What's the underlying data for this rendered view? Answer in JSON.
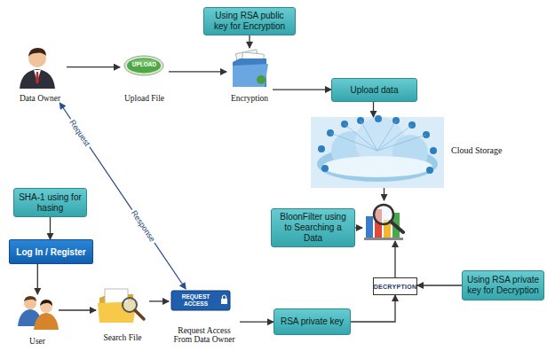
{
  "diagram": {
    "nodes": [
      {
        "text": [
          "Data Owner"
        ]
      },
      {
        "text": [
          "UPLOAD",
          "Upload File"
        ]
      },
      {
        "text": [
          "Using RSA public key for Encryption"
        ]
      },
      {
        "text": [
          "Encryption"
        ]
      },
      {
        "text": [
          "Upload data"
        ]
      },
      {
        "text": [
          "Cloud Storage"
        ]
      },
      {
        "text": [
          "SHA-1 using for hasing"
        ]
      },
      {
        "text": [
          "BloonFilter using to Searching a Data"
        ]
      },
      {
        "text": []
      },
      {
        "text": [
          "Log In / Register"
        ]
      },
      {
        "text": [
          "DECRYPTION"
        ]
      },
      {
        "text": [
          "Using RSA private key for Decryption"
        ]
      },
      {
        "text": [
          "User"
        ]
      },
      {
        "text": [
          "Search File"
        ]
      },
      {
        "text": [
          "REQUEST ACCESS",
          "Request Access From Data Owner"
        ]
      },
      {
        "text": [
          "RSA private key"
        ]
      }
    ],
    "edges": [
      {
        "from": 0,
        "to": 1,
        "arrow": "to"
      },
      {
        "from": 1,
        "to": 3,
        "arrow": "to"
      },
      {
        "from": 2,
        "to": 3,
        "arrow": "to"
      },
      {
        "from": 3,
        "to": 4,
        "arrow": "to"
      },
      {
        "from": 4,
        "to": 5,
        "arrow": "to"
      },
      {
        "from": 5,
        "to": 8,
        "arrow": "to"
      },
      {
        "from": 7,
        "to": 8,
        "arrow": "to"
      },
      {
        "from": 10,
        "to": 8,
        "arrow": "to"
      },
      {
        "from": 15,
        "to": 10,
        "arrow": "to"
      },
      {
        "from": 11,
        "to": 10,
        "arrow": "to"
      },
      {
        "from": 6,
        "to": 9,
        "arrow": "to"
      },
      {
        "from": 9,
        "to": 12,
        "arrow": "to"
      },
      {
        "from": 12,
        "to": 13,
        "arrow": "to"
      },
      {
        "from": 13,
        "to": 14,
        "arrow": "to"
      },
      {
        "from": 14,
        "to": 15,
        "arrow": "to"
      },
      {
        "from": 0,
        "to": 14,
        "label": "Response",
        "arrow": "both"
      }
    ],
    "labels": [
      "Request"
    ]
  }
}
